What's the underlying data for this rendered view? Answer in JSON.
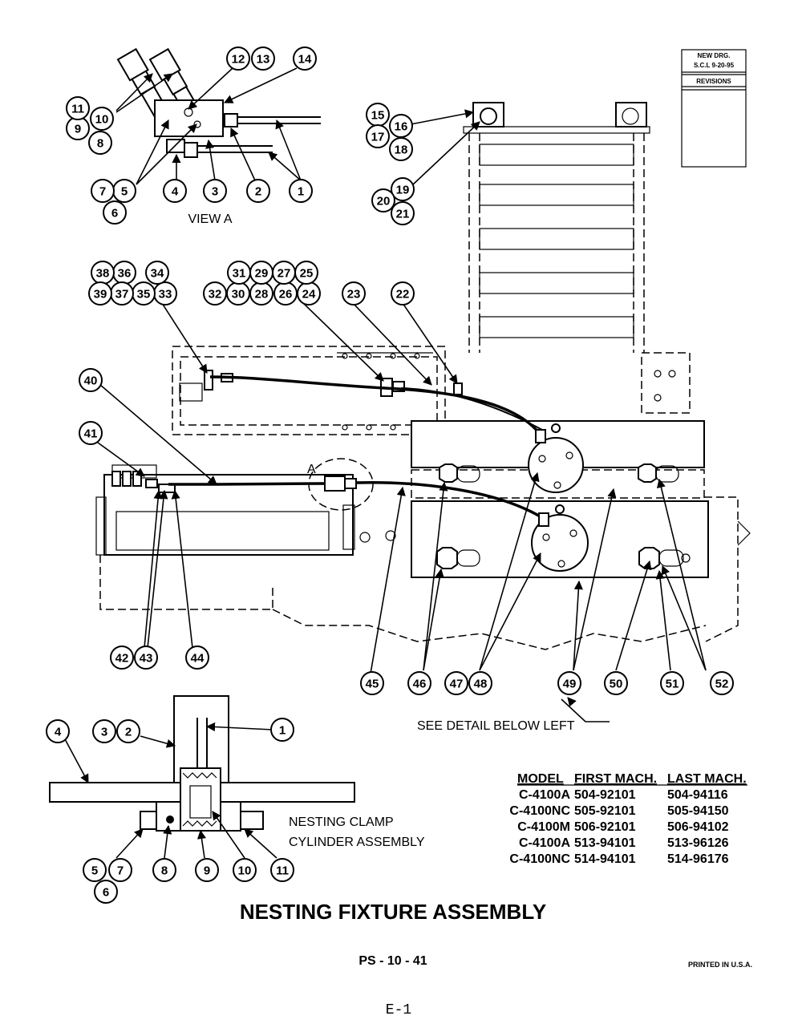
{
  "title_block": {
    "new_drg": "NEW DRG.",
    "scl": "S.C.L 9-20-95",
    "revisions": "REVISIONS"
  },
  "view_a_label": "VIEW A",
  "detail_marker": "A",
  "see_detail": "SEE DETAIL BELOW LEFT",
  "cylinder_label_line1": "NESTING CLAMP",
  "cylinder_label_line2": "CYLINDER ASSEMBLY",
  "drawing_title": "NESTING FIXTURE ASSEMBLY",
  "page_number": "PS - 10 - 41",
  "printed": "PRINTED IN U.S.A.",
  "footer_code": "E-1",
  "model_table": {
    "headers": [
      "MODEL",
      "FIRST MACH.",
      "LAST MACH."
    ],
    "rows": [
      [
        "C-4100A",
        "504-92101",
        "504-94116"
      ],
      [
        "C-4100NC",
        "505-92101",
        "505-94150"
      ],
      [
        "C-4100M",
        "506-92101",
        "506-94102"
      ],
      [
        "C-4100A",
        "513-94101",
        "513-96126"
      ],
      [
        "C-4100NC",
        "514-94101",
        "514-96176"
      ]
    ]
  },
  "callouts": [
    "1",
    "2",
    "3",
    "4",
    "5",
    "6",
    "7",
    "8",
    "9",
    "10",
    "11",
    "12",
    "13",
    "14",
    "15",
    "16",
    "17",
    "18",
    "19",
    "20",
    "21",
    "22",
    "23",
    "24",
    "25",
    "26",
    "27",
    "28",
    "29",
    "30",
    "31",
    "32",
    "33",
    "34",
    "35",
    "36",
    "37",
    "38",
    "39",
    "40",
    "41",
    "42",
    "43",
    "44",
    "45",
    "46",
    "47",
    "48",
    "49",
    "50",
    "51",
    "52"
  ]
}
